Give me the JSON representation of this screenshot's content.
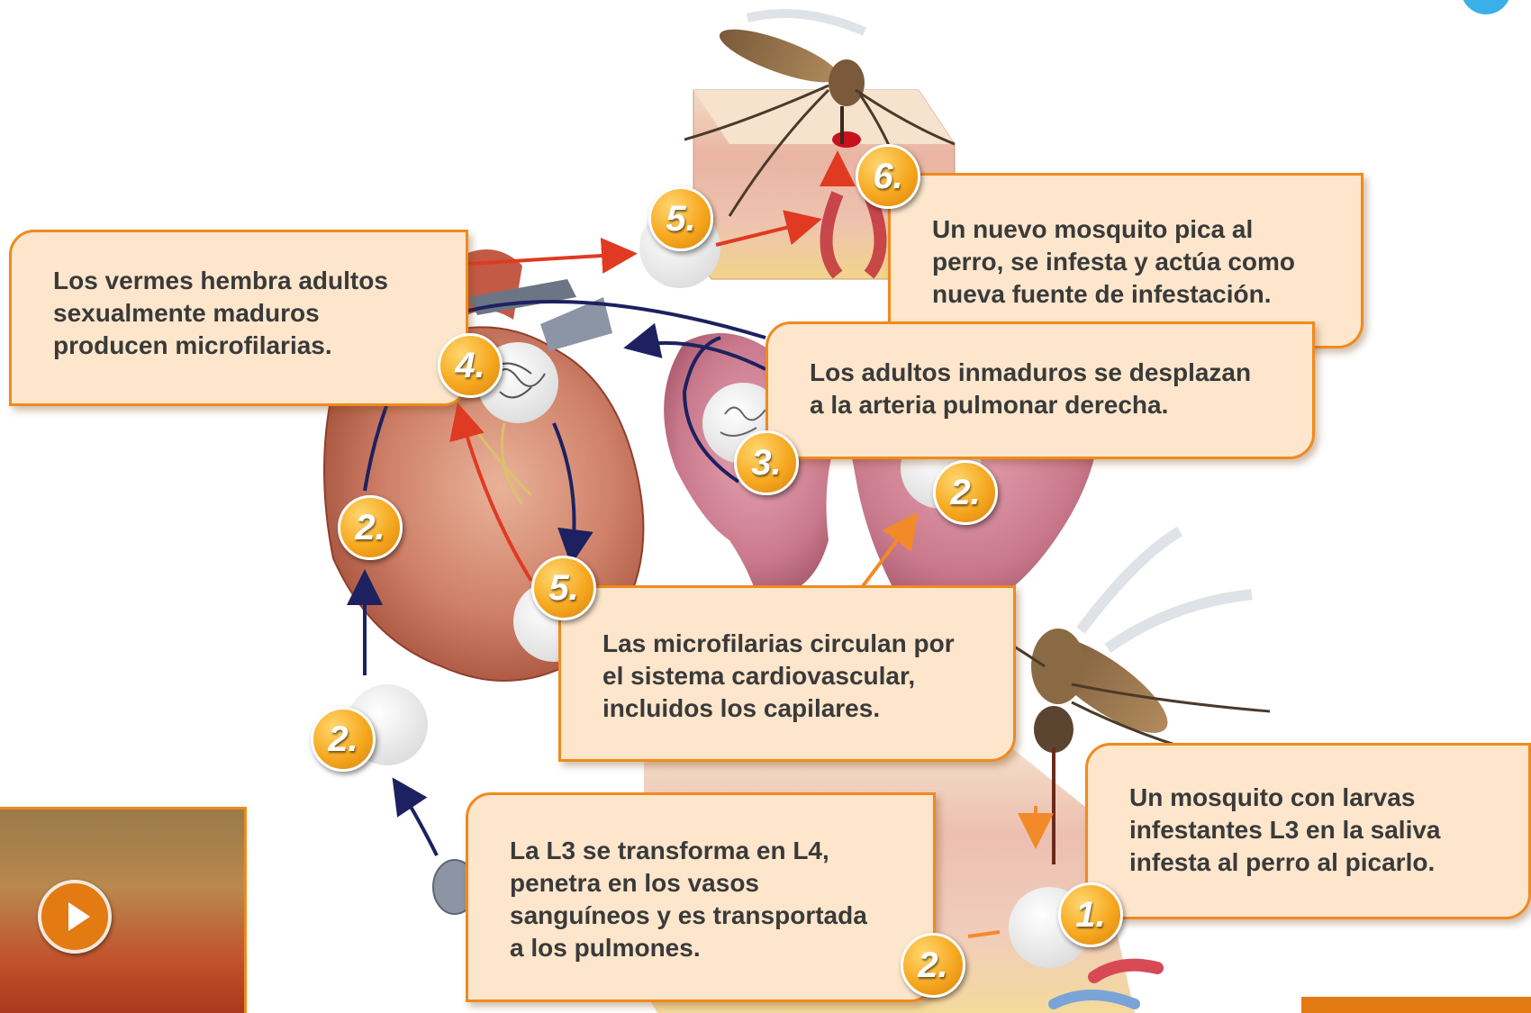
{
  "callouts": {
    "c6": "Un nuevo mosquito pica al\nperro, se infesta y actúa como\nnueva fuente de infestación.",
    "c4": "Los vermes hembra adultos\nsexualmente maduros\nproducen microfilarias.",
    "c3": "Los adultos inmaduros se desplazan\na la arteria pulmonar derecha.",
    "c5": "Las microfilarias circulan por\nel sistema cardiovascular,\nincluidos los capilares.",
    "c2": "La L3 se transforma en L4,\npenetra en los vasos\nsanguíneos y es transportada\na los pulmones.",
    "c1": "Un mosquito con larvas\ninfestantes L3 en la saliva\ninfesta al perro al picarlo."
  },
  "badges": {
    "b6": "6.",
    "b5_top": "5.",
    "b4": "4.",
    "b3": "3.",
    "b2_lung": "2.",
    "b2_heart": "2.",
    "b5_heart": "5.",
    "b2_vessel": "2.",
    "b1": "1.",
    "b2_skin": "2."
  },
  "colors": {
    "callout_fill": "#fde6cc",
    "callout_border": "#f08a1e",
    "badge_orange": "#f6a81f",
    "arrow_red": "#e03a22",
    "arrow_navy": "#1d2160",
    "arrow_orange": "#f28a2a"
  },
  "icons": {
    "play": "play-icon"
  }
}
